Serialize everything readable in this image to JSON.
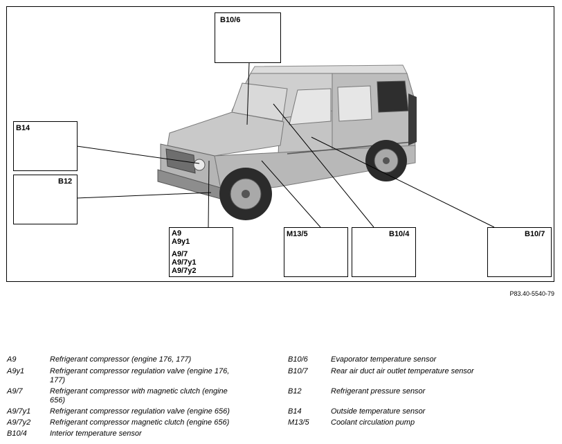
{
  "figure": {
    "reference": "P83.40-5540-79",
    "callouts": {
      "b10_6": "B10/6",
      "b14": "B14",
      "b12": "B12",
      "a9_group": [
        "A9",
        "A9y1",
        "A9/7",
        "A9/7y1",
        "A9/7y2"
      ],
      "m13_5": "M13/5",
      "b10_4": "B10/4",
      "b10_7": "B10/7"
    }
  },
  "legend": {
    "left": [
      {
        "code": "A9",
        "desc_lines": [
          "Refrigerant compressor (engine 176, 177)"
        ]
      },
      {
        "code": "A9y1",
        "desc_lines": [
          "Refrigerant compressor regulation valve (engine 176,",
          "177)"
        ]
      },
      {
        "code": "A9/7",
        "desc_lines": [
          "Refrigerant compressor with magnetic clutch (engine",
          "656)"
        ]
      },
      {
        "code": "A9/7y1",
        "desc_lines": [
          "Refrigerant compressor regulation valve (engine 656)"
        ]
      },
      {
        "code": "A9/7y2",
        "desc_lines": [
          "Refrigerant compressor magnetic clutch (engine 656)"
        ]
      },
      {
        "code": "B10/4",
        "desc_lines": [
          "Interior temperature sensor"
        ]
      }
    ],
    "right": [
      {
        "code": "B10/6",
        "desc_lines": [
          "Evaporator temperature sensor"
        ]
      },
      {
        "code": "B10/7",
        "desc_lines": [
          "Rear air duct air outlet temperature sensor"
        ]
      },
      {
        "code": "B12",
        "desc_lines": [
          "Refrigerant pressure sensor"
        ]
      },
      {
        "code": "B14",
        "desc_lines": [
          "Outside temperature sensor"
        ]
      },
      {
        "code": "M13/5",
        "desc_lines": [
          "Coolant circulation pump"
        ]
      }
    ]
  }
}
